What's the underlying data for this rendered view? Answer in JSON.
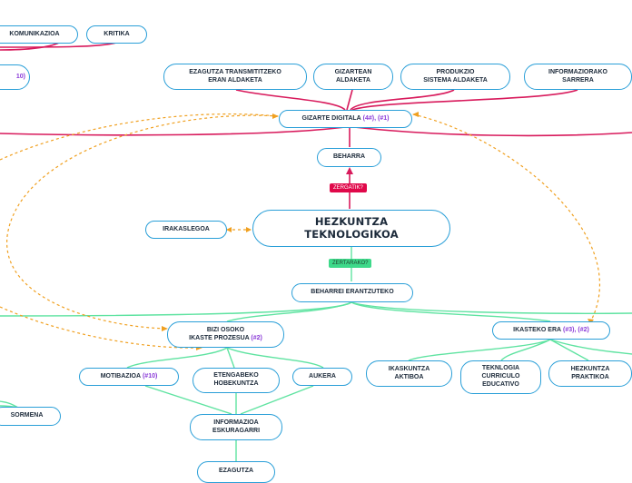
{
  "central": {
    "line1": "HEZKUNTZA",
    "line2": "TEKNOLOGIKOA"
  },
  "tags": {
    "why": "ZERGATIK?",
    "what_for": "ZERTARAKO?"
  },
  "nodes": {
    "komunikazioa": "KOMUNIKAZIOA",
    "kritika": "KRITIKA",
    "left_ref": "10)",
    "ezagutza_transmititzeko": "EZAGUTZA TRANSMITITZEKO\nERAN ALDAKETA",
    "gizartean_aldaketa": "GIZARTEAN\nALDAKETA",
    "produkzio": "PRODUKZIO\nSISTEMA ALDAKETA",
    "informaziorako": "INFORMAZIORAKO\nSARRERA",
    "gizarte_digitala": "GIZARTE DIGITALA",
    "gizarte_digitala_ref": "(4#), (#1)",
    "beharra": "BEHARRA",
    "irakaslegoa": "IRAKASLEGOA",
    "beharrei_erantzuteko": "BEHARREI ERANTZUTEKO",
    "bizi_osoko_1": "BIZI OSOKO",
    "bizi_osoko_2": "IKASTE PROZESUA",
    "bizi_osoko_ref": "(#2)",
    "ikasteko_era": "IKASTEKO ERA",
    "ikasteko_era_ref": "(#3), (#2)",
    "motibazioa": "MOTIBAZIOA",
    "motibazioa_ref": "(#10)",
    "etengabeko": "ETENGABEKO\nHOBEKUNTZA",
    "aukera": "AUKERA",
    "ikaskuntza_aktiboa": "IKASKUNTZA\nAKTIBOA",
    "teknologia_curriculo": "TEKNLOGIA\nCURRICULO\nEDUCATIVO",
    "hezkuntza_praktikoa": "HEZKUNTZA\nPRAKTIKOA",
    "sormena": "SORMENA",
    "informazioa_eskuragarri": "INFORMAZIOA\nESKURAGARRI",
    "ezagutza": "EZAGUTZA"
  },
  "colors": {
    "node_border": "#2a9fd8",
    "red_branch": "#d81a5c",
    "green_branch": "#5fe3a1",
    "dashed_link": "#f0a020",
    "reference": "#8a3ad8"
  }
}
